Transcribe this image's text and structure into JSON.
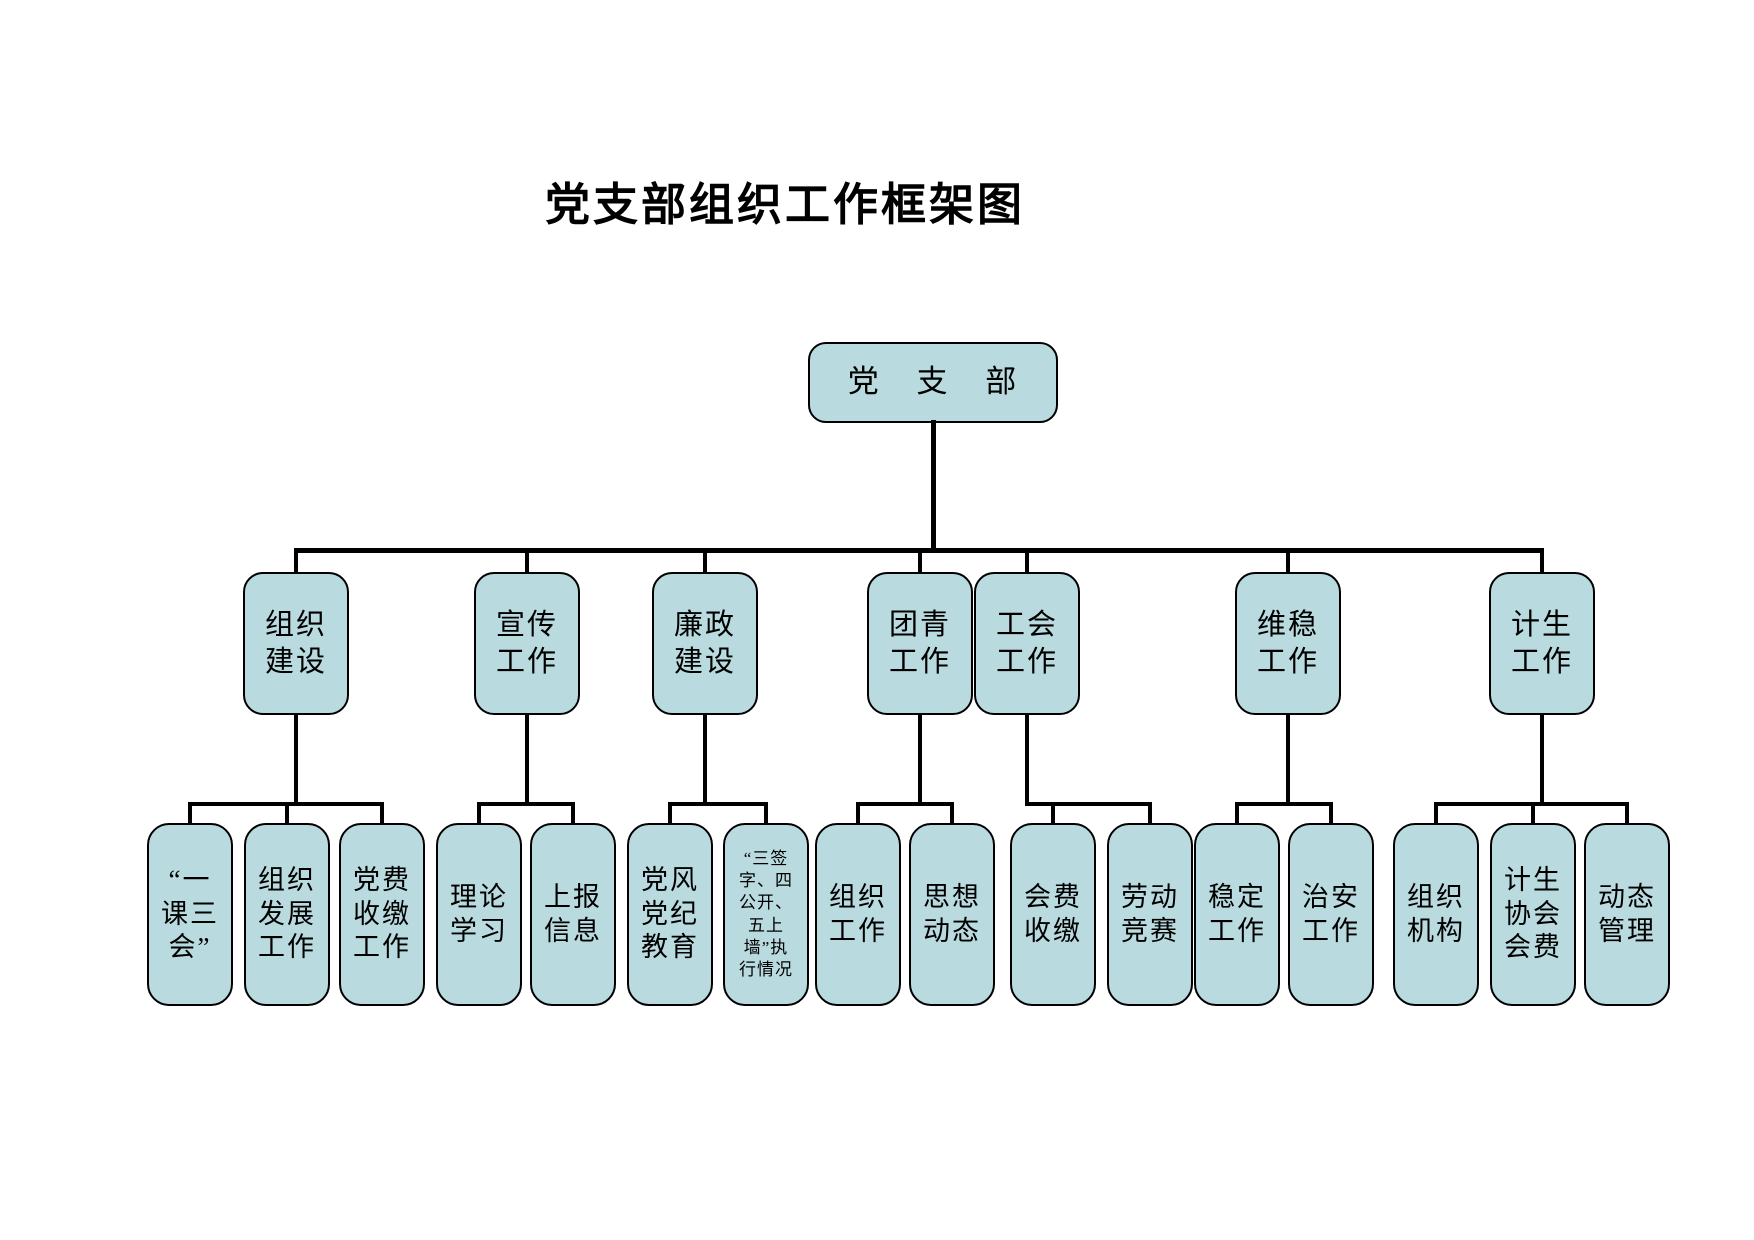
{
  "title": "党支部组织工作框架图",
  "colors": {
    "background": "#ffffff",
    "box_fill": "#b9dade",
    "box_border": "#000000",
    "connector": "#000000"
  },
  "root": {
    "label": "党 支 部"
  },
  "groups": [
    {
      "parent": {
        "label": "组织\n建设"
      },
      "children": [
        {
          "label": "“一\n课三\n会”"
        },
        {
          "label": "组织\n发展\n工作"
        },
        {
          "label": "党费\n收缴\n工作"
        }
      ]
    },
    {
      "parent": {
        "label": "宣传\n工作"
      },
      "children": [
        {
          "label": "理论\n学习"
        },
        {
          "label": "上报\n信息"
        }
      ]
    },
    {
      "parent": {
        "label": "廉政\n建设"
      },
      "children": [
        {
          "label": "党风\n党纪\n教育"
        },
        {
          "label": "“三签\n字、四\n公开、\n五上\n墙”执\n行情况"
        }
      ]
    },
    {
      "parent": {
        "label": "团青\n工作"
      },
      "children": [
        {
          "label": "组织\n工作"
        },
        {
          "label": "思想\n动态"
        }
      ]
    },
    {
      "parent": {
        "label": "工会\n工作"
      },
      "children": [
        {
          "label": "会费\n收缴"
        },
        {
          "label": "劳动\n竞赛"
        }
      ]
    },
    {
      "parent": {
        "label": "维稳\n工作"
      },
      "children": [
        {
          "label": "稳定\n工作"
        },
        {
          "label": "治安\n工作"
        }
      ]
    },
    {
      "parent": {
        "label": "计生\n工作"
      },
      "children": [
        {
          "label": "组织\n机构"
        },
        {
          "label": "计生\n协会\n会费"
        },
        {
          "label": "动态\n管理"
        }
      ]
    }
  ]
}
